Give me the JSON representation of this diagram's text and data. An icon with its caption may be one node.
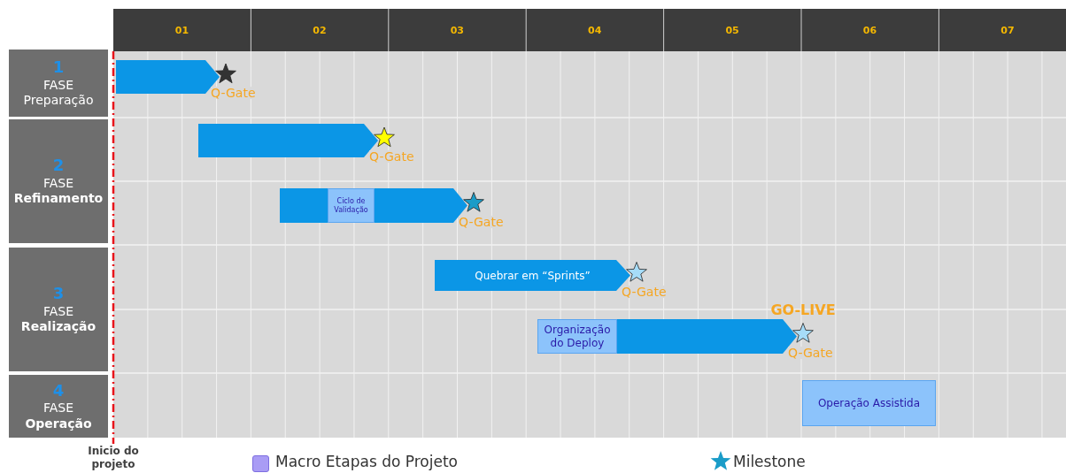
{
  "diagram": {
    "nodes": [
      {
        "text": [
          "1",
          "FASE",
          "Preparação"
        ]
      },
      {
        "text": [
          "2",
          "FASE",
          "Refinamento"
        ]
      },
      {
        "text": [
          "3",
          "FASE",
          "Realização"
        ]
      },
      {
        "text": [
          "4",
          "FASE",
          "Operação"
        ]
      },
      {
        "text": [],
        "shape": "bar",
        "beside": [
          "Q-Gate"
        ]
      },
      {
        "text": [],
        "shape": "bar",
        "beside": [
          "Q-Gate"
        ]
      },
      {
        "text": [],
        "shape": "bar",
        "beside": [
          "Q-Gate"
        ]
      },
      {
        "text": [
          "Ciclo de Validação"
        ],
        "in": 6
      },
      {
        "text": [
          "Quebrar em “Sprints”"
        ],
        "beside": [
          "Q-Gate"
        ]
      },
      {
        "text": [],
        "shape": "bar",
        "beside": [
          "GO-LIVE",
          "Q-Gate"
        ]
      },
      {
        "text": [
          "Organização do Deploy"
        ],
        "in": 9
      },
      {
        "text": [
          "Operação Assistida"
        ]
      }
    ],
    "edges": [],
    "labels": [
      "01",
      "02",
      "03",
      "04",
      "05",
      "06",
      "07",
      "Inicio do projeto"
    ],
    "legend": [
      {
        "text": "Macro Etapas do Projeto",
        "color": "#a99cf5"
      },
      {
        "text": "Milestone"
      }
    ]
  }
}
